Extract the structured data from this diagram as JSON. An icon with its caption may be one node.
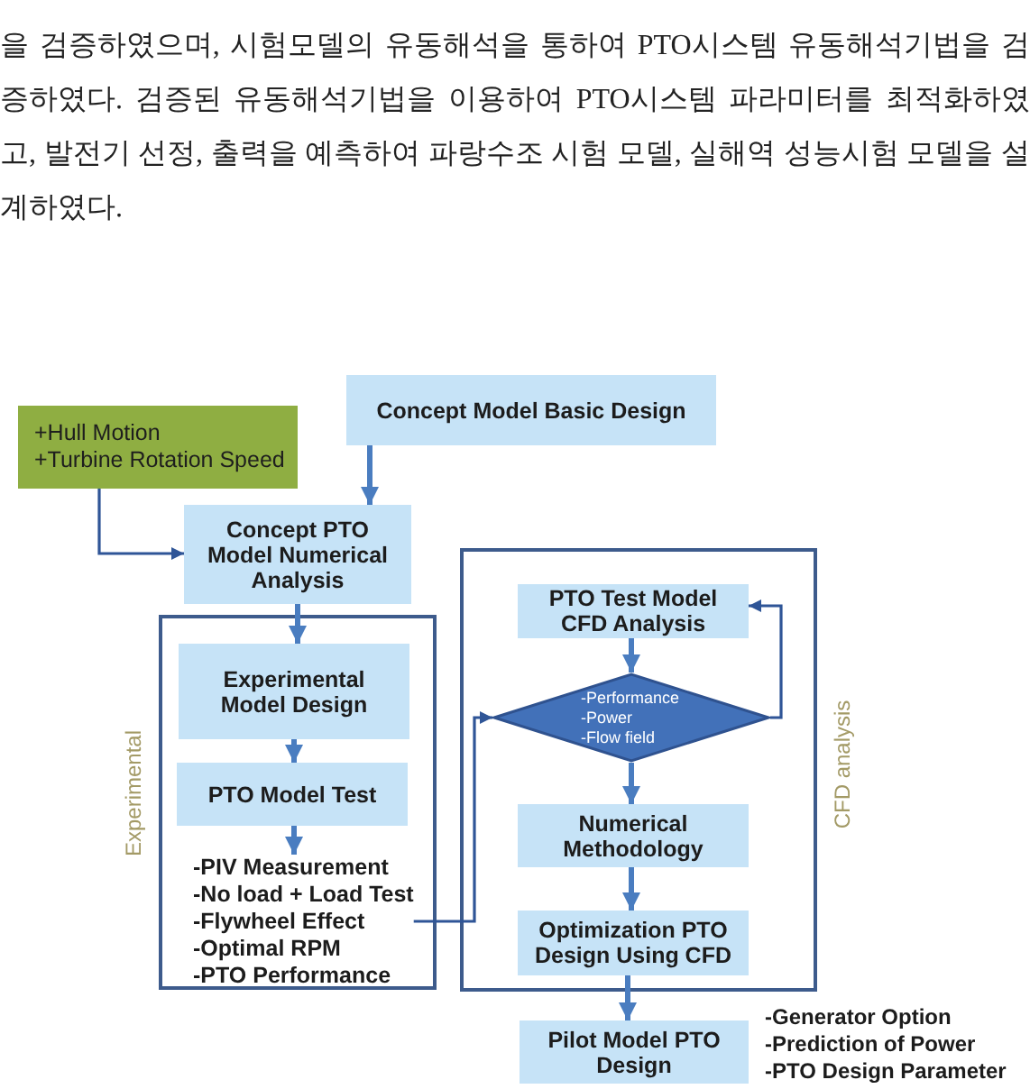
{
  "diagram": {
    "nodes": [
      {
        "text": [
          "Concept Model Basic Design"
        ]
      },
      {
        "text": [
          "+Hull Motion",
          "+Turbine Rotation Speed"
        ]
      },
      {
        "text": [
          "Concept PTO Model Numerical Analysis"
        ]
      },
      {
        "text": [
          "Experimental"
        ]
      },
      {
        "text": [
          "Experimental Model Design"
        ],
        "in": 3
      },
      {
        "text": [
          "PTO Model Test"
        ],
        "in": 3
      },
      {
        "text": [
          "-PIV Measurement",
          "-No load + Load Test",
          "-Flywheel Effect",
          "-Optimal RPM",
          "-PTO Performance"
        ],
        "in": 3
      },
      {
        "text": [
          "CFD analysis"
        ]
      },
      {
        "text": [
          "PTO Test Model CFD Analysis"
        ],
        "in": 7
      },
      {
        "text": [
          "-Performance",
          "-Power",
          "-Flow field"
        ],
        "in": 7
      },
      {
        "text": [
          "Numerical Methodology"
        ],
        "in": 7
      },
      {
        "text": [
          "Optimization PTO Design Using CFD"
        ],
        "in": 7
      },
      {
        "text": [
          "Pilot Model PTO Design"
        ],
        "beside": [
          "-Generator Option",
          "-Prediction of Power",
          "-PTO Design Parameter"
        ]
      }
    ],
    "edges": [
      {
        "from": 0,
        "to": 2,
        "arrow": "to"
      },
      {
        "from": 1,
        "to": 2,
        "arrow": "to",
        "color": "#2f5597"
      },
      {
        "from": 2,
        "to": 4,
        "arrow": "to"
      },
      {
        "from": 4,
        "to": 5,
        "arrow": "to"
      },
      {
        "from": 5,
        "to": 6,
        "arrow": "to"
      },
      {
        "from": 6,
        "to": 9,
        "arrow": "to",
        "color": "#2f5597"
      },
      {
        "from": 8,
        "to": 9,
        "arrow": "to"
      },
      {
        "from": 9,
        "to": 10,
        "arrow": "to"
      },
      {
        "from": 10,
        "to": 11,
        "arrow": "to"
      },
      {
        "from": 11,
        "to": 12,
        "arrow": "to"
      },
      {
        "from": 9,
        "to": 8,
        "arrow": "to",
        "color": "#2f5597"
      }
    ],
    "labels": [
      "을 검증하였으며, 시험모델의 유동해석을 통하여 PTO시스템 유동해석기법을 검증하였다. 검증된 유동해석기법을 이용하여 PTO시스템 파라미터를 최적화하였고, 발전기 선정, 출력을 예측하여 파랑수조 시험 모델, 실해역 성능시험 모델을 설계하였다."
    ]
  }
}
